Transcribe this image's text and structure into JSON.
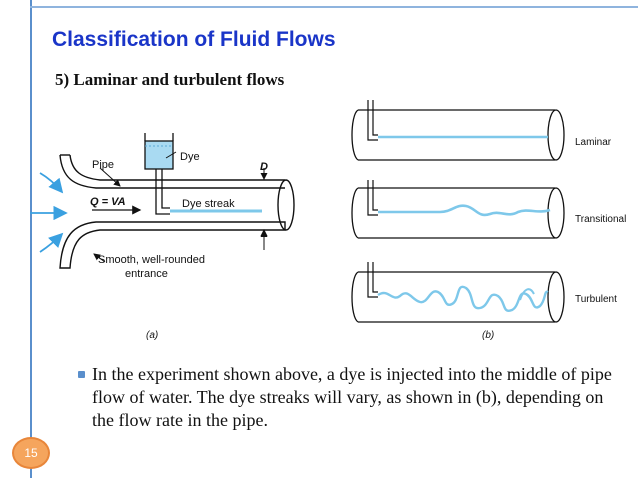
{
  "slide": {
    "title": "Classification of Fluid Flows",
    "subtitle": "5) Laminar and turbulent flows",
    "page_number": "15"
  },
  "figure_a": {
    "label_pipe": "Pipe",
    "label_dye": "Dye",
    "label_D": "D",
    "label_Q": "Q = VA",
    "label_streak": "Dye streak",
    "label_entrance_1": "Smooth, well-rounded",
    "label_entrance_2": "entrance",
    "caption": "(a)"
  },
  "figure_b": {
    "label_laminar": "Laminar",
    "label_transitional": "Transitional",
    "label_turbulent": "Turbulent",
    "caption": "(b)"
  },
  "bullet": {
    "text": "In the experiment shown above, a dye is injected into the middle of pipe flow of water. The dye streaks will vary, as shown in (b), depending on the flow rate in the pipe."
  },
  "colors": {
    "title": "#1a35c8",
    "dye": "#7ec8ea",
    "accent": "#5a8fcc",
    "badge": "#f5a55d"
  }
}
